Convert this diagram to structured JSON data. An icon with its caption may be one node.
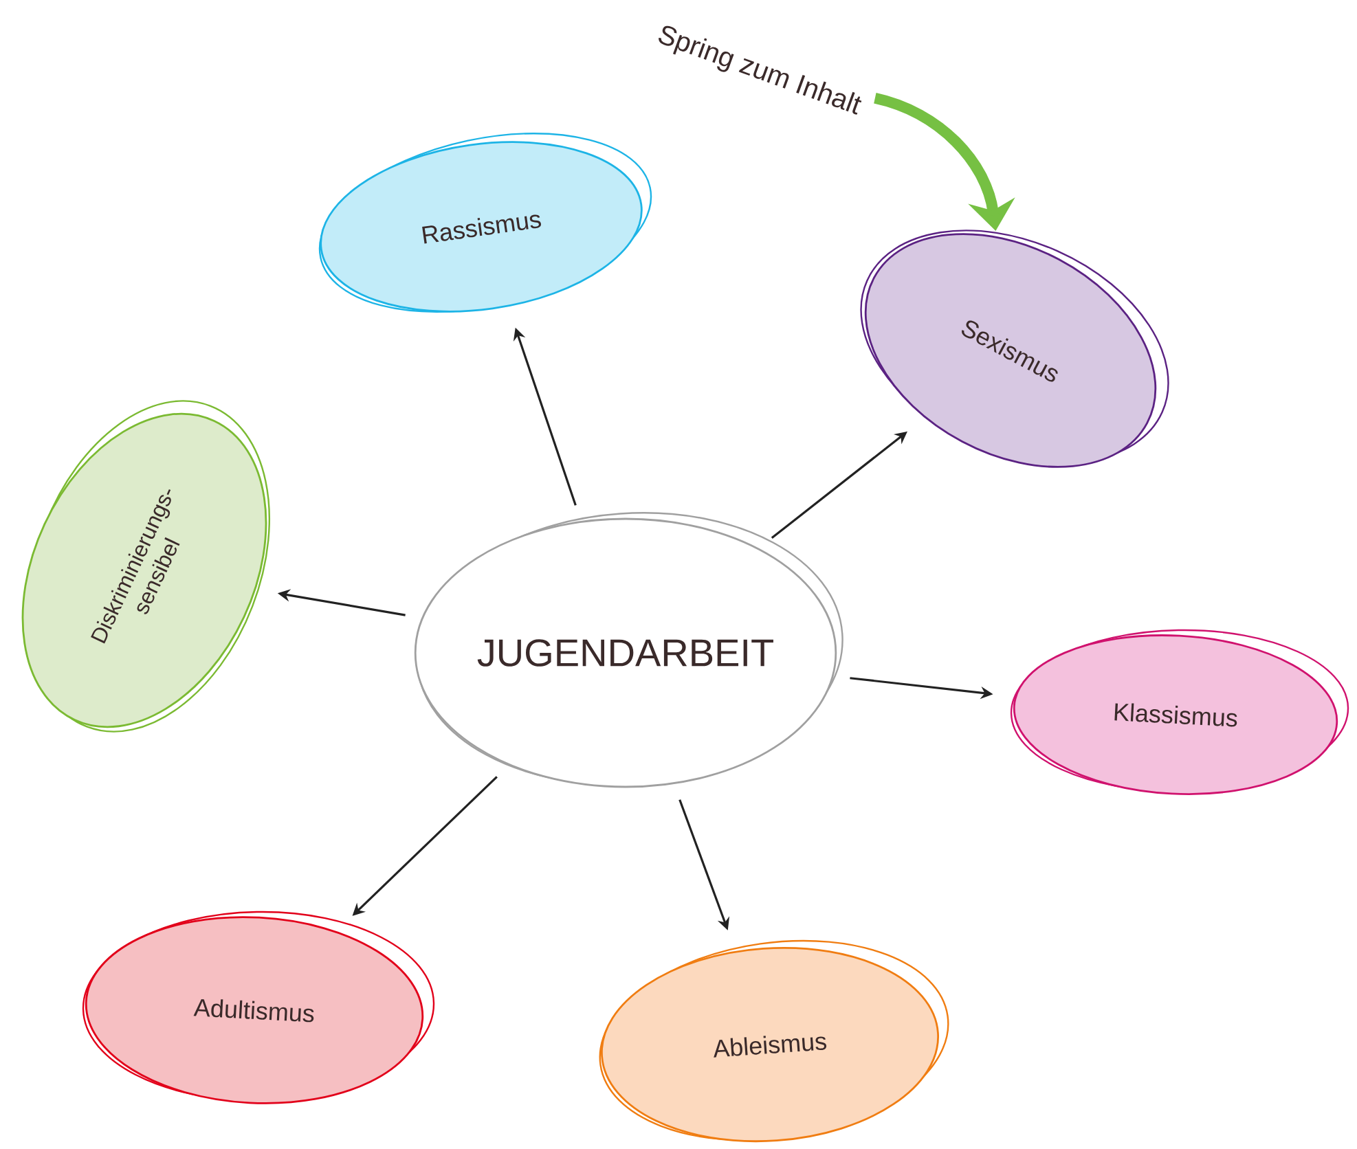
{
  "diagram": {
    "nodes": [
      {
        "text": [
          "JUGENDARBEIT"
        ]
      },
      {
        "text": [
          "Rassismus"
        ]
      },
      {
        "text": [
          "Sexismus"
        ]
      },
      {
        "text": [
          "Diskriminierungs- sensibel"
        ]
      },
      {
        "text": [
          "Klassismus"
        ]
      },
      {
        "text": [
          "Adultismus"
        ]
      },
      {
        "text": [
          "Ableismus"
        ]
      },
      {
        "text": [
          "Spring zum Inhalt"
        ]
      }
    ],
    "edges": [
      {
        "from": 0,
        "to": 1,
        "arrow": "to"
      },
      {
        "from": 0,
        "to": 2,
        "arrow": "to"
      },
      {
        "from": 0,
        "to": 3,
        "arrow": "to"
      },
      {
        "from": 0,
        "to": 4,
        "arrow": "to"
      },
      {
        "from": 0,
        "to": 5,
        "arrow": "to"
      },
      {
        "from": 0,
        "to": 6,
        "arrow": "to"
      },
      {
        "from": 7,
        "to": 2,
        "arrow": "to",
        "style": "thick",
        "color": "#76c043"
      }
    ]
  }
}
